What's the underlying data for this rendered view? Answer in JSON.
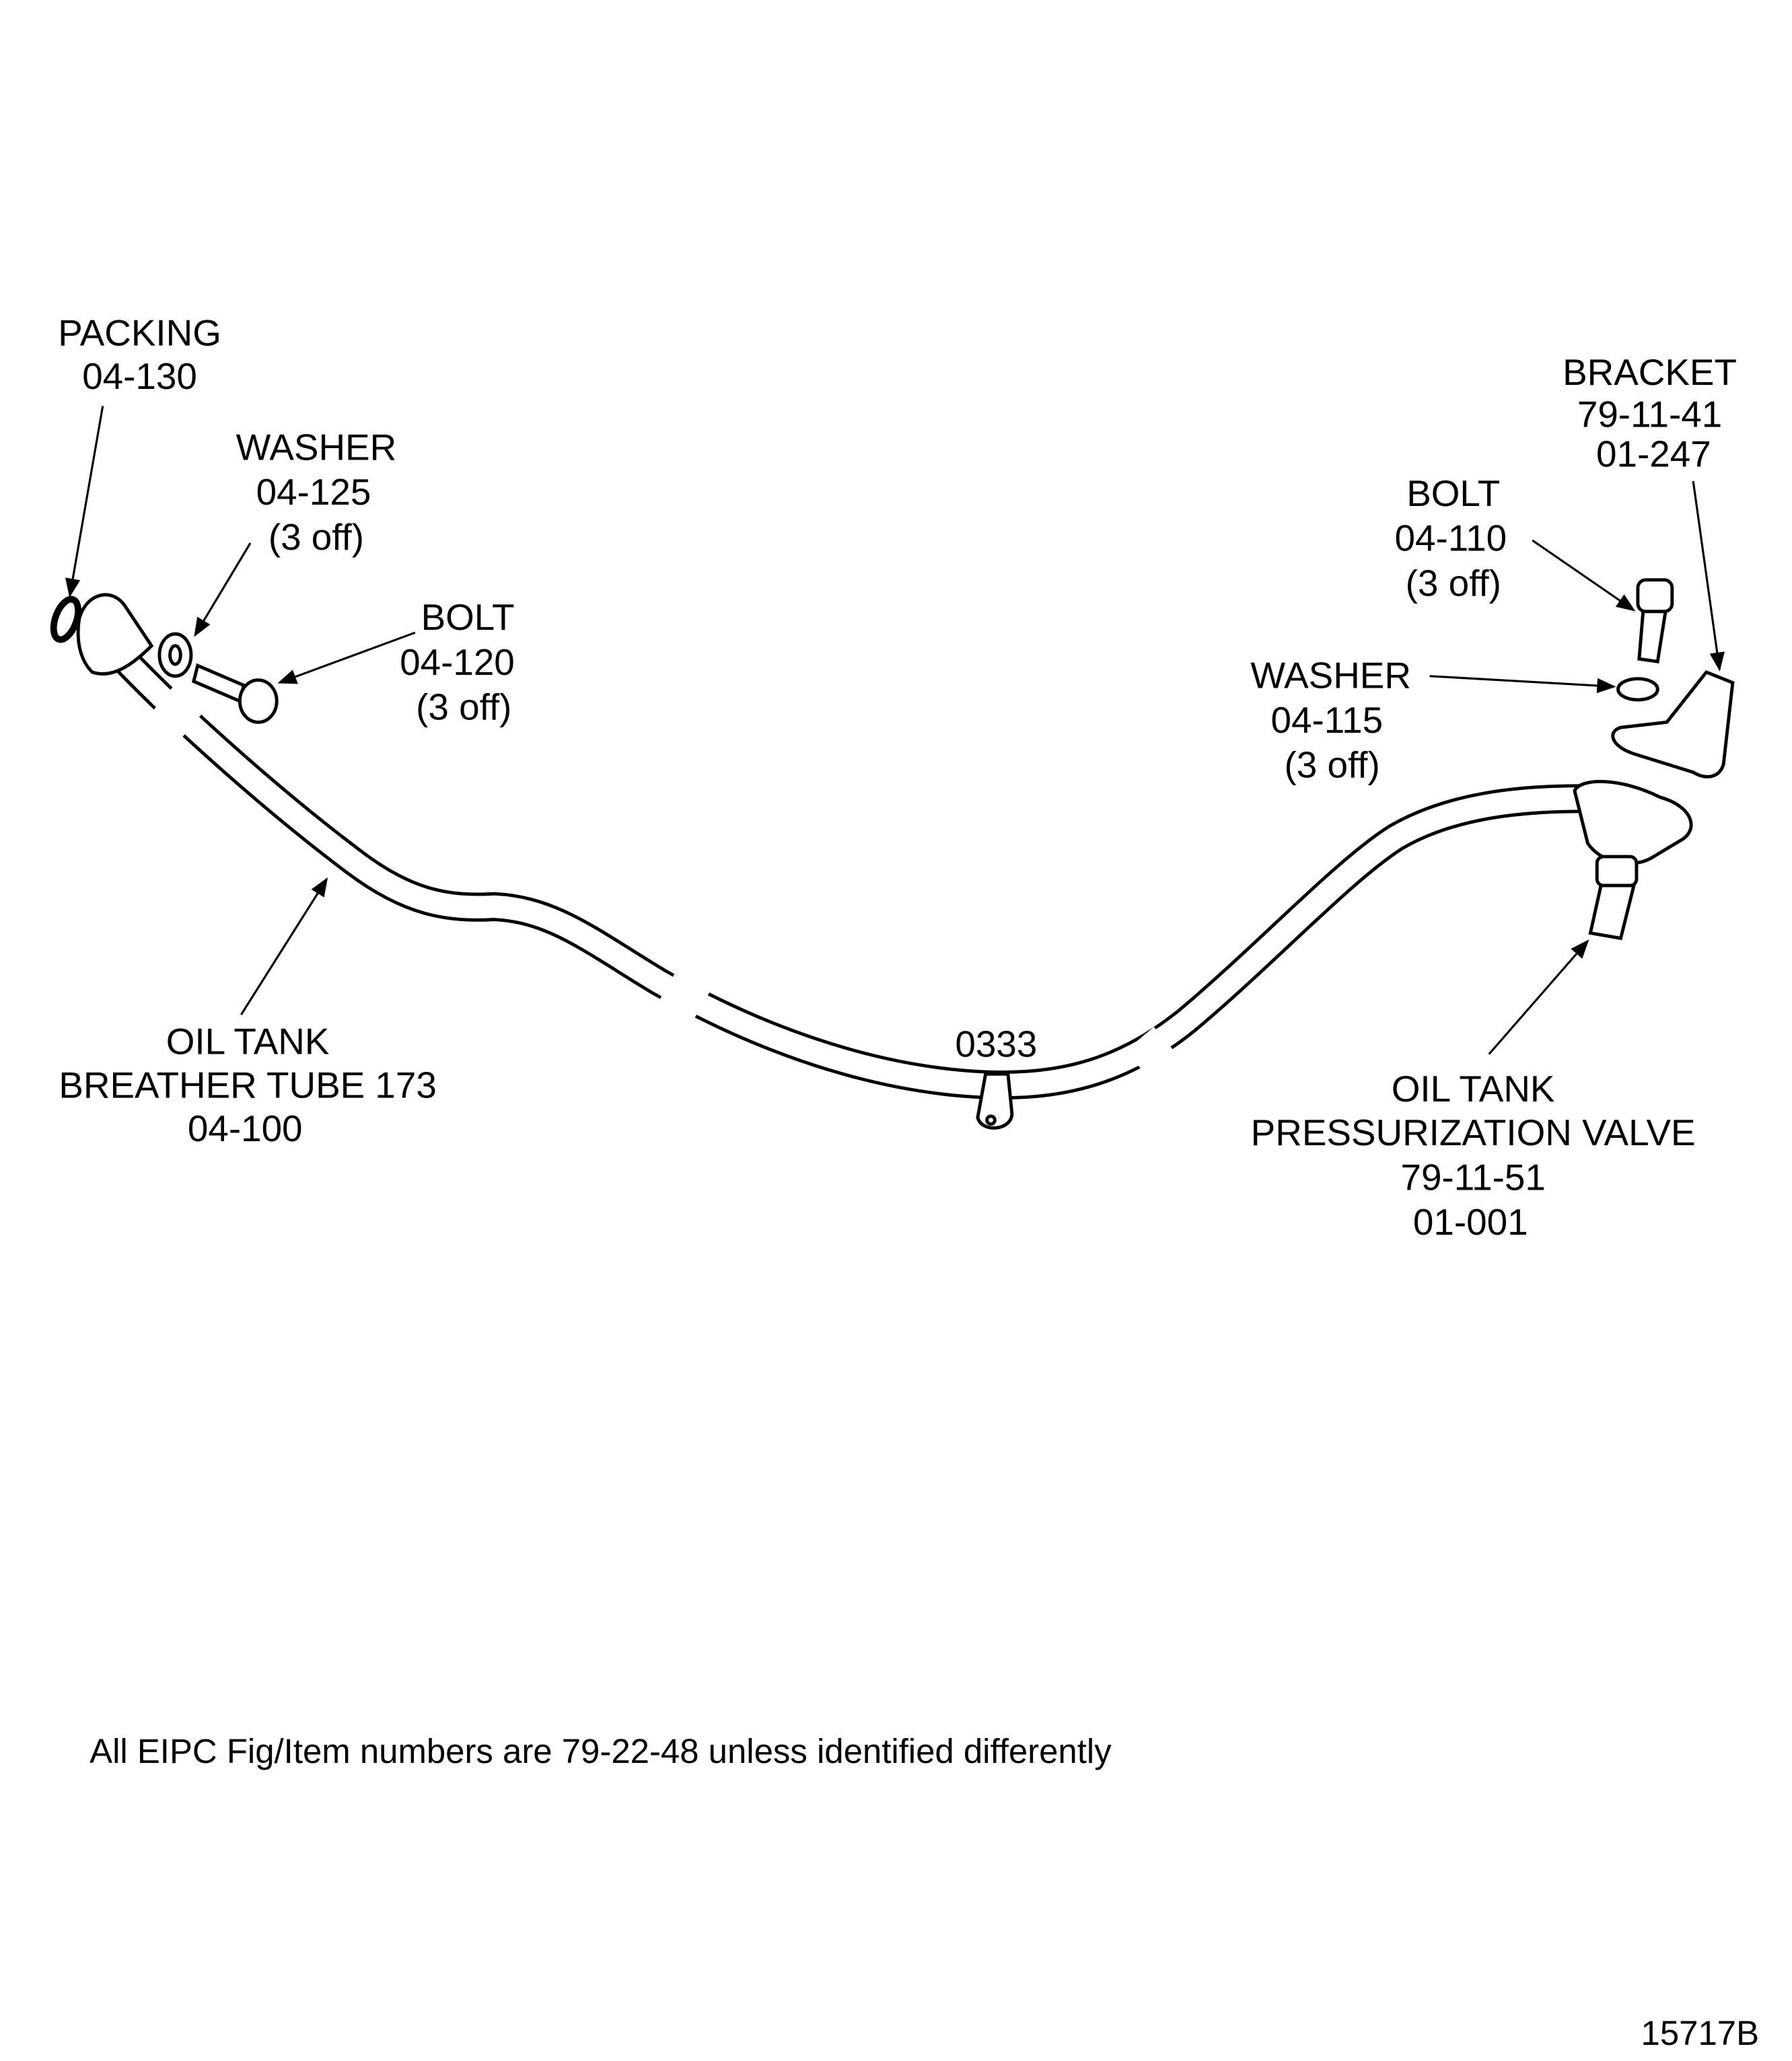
{
  "colors": {
    "ink": "#000000",
    "background": "#ffffff"
  },
  "callouts": {
    "packing": {
      "name": "PACKING",
      "ref": "04-130"
    },
    "washer_left": {
      "name": "WASHER",
      "ref": "04-125",
      "qty": "(3 off)"
    },
    "bolt_left": {
      "name": "BOLT",
      "ref": "04-120",
      "qty": "(3 off)"
    },
    "breather_tube": {
      "line1": "OIL TANK",
      "line2": "BREATHER TUBE 173",
      "ref": "04-100"
    },
    "clamp": {
      "ref": "0333"
    },
    "valve": {
      "line1": "OIL TANK",
      "line2": "PRESSURIZATION VALVE",
      "fig": "79-11-51",
      "ref": "01-001"
    },
    "bolt_right": {
      "name": "BOLT",
      "ref": "04-110",
      "qty": "(3 off)"
    },
    "washer_right": {
      "name": "WASHER",
      "ref": "04-115",
      "qty": "(3 off)"
    },
    "bracket": {
      "name": "BRACKET",
      "fig": "79-11-41",
      "ref": "01-247"
    }
  },
  "footer": {
    "note": "All EIPC Fig/Item numbers are 79-22-48 unless identified differently",
    "figure_id": "15717B"
  }
}
